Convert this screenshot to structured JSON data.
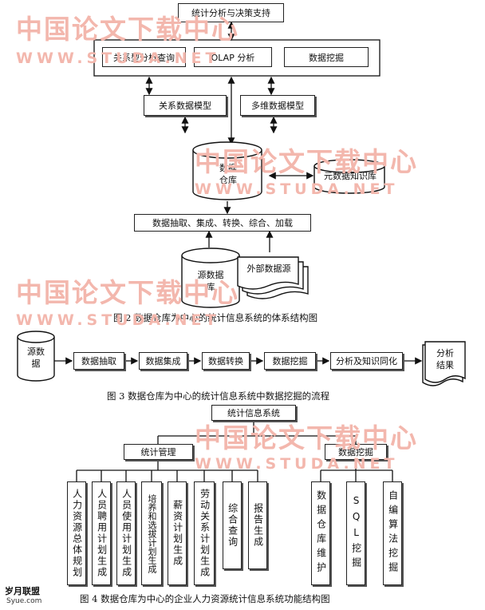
{
  "watermark": {
    "cn": "中国论文下载中心",
    "en": "WWW.STUDA.NET"
  },
  "figure2": {
    "top_box": "统计分析与决策支持",
    "row1": [
      "关系型分析查询",
      "OLAP 分析",
      "数据挖掘"
    ],
    "models": [
      "关系数据模型",
      "多维数据模型"
    ],
    "warehouse": [
      "数据",
      "仓库"
    ],
    "meta": "元数据知识库",
    "etl": "数据抽取、集成、转换、综合、加载",
    "source": [
      "源数据",
      "库"
    ],
    "external": "外部数据源",
    "caption": "图 2  数据仓库为中心的统计信息系统的体系结构图"
  },
  "figure3": {
    "source": [
      "源数",
      "据"
    ],
    "steps": [
      "数据抽取",
      "数据集成",
      "数据转换",
      "数据挖掘",
      "分析及知识同化"
    ],
    "result": [
      "分析",
      "结果"
    ],
    "caption": "图 3  数据仓库为中心的统计信息系统中数据挖掘的流程"
  },
  "figure4": {
    "root": "统计信息系统",
    "mgmt": "统计管理",
    "mining": "数据挖掘",
    "mgmt_items": [
      "人力资源总体规划",
      "人员聘用计划生成",
      "人员使用计划生成",
      "培养和选拔计划生成",
      "薪资计划生成",
      "劳动关系计划生成",
      "综合查询",
      "报告生成"
    ],
    "mining_items": [
      "数据仓库维护",
      "SQL挖掘",
      "自编算法挖掘"
    ],
    "caption": "图 4  数据仓库为中心的企业人力资源统计信息系统功能结构图"
  },
  "logo": {
    "name": "岁月联盟",
    "url": "Syue.com"
  }
}
